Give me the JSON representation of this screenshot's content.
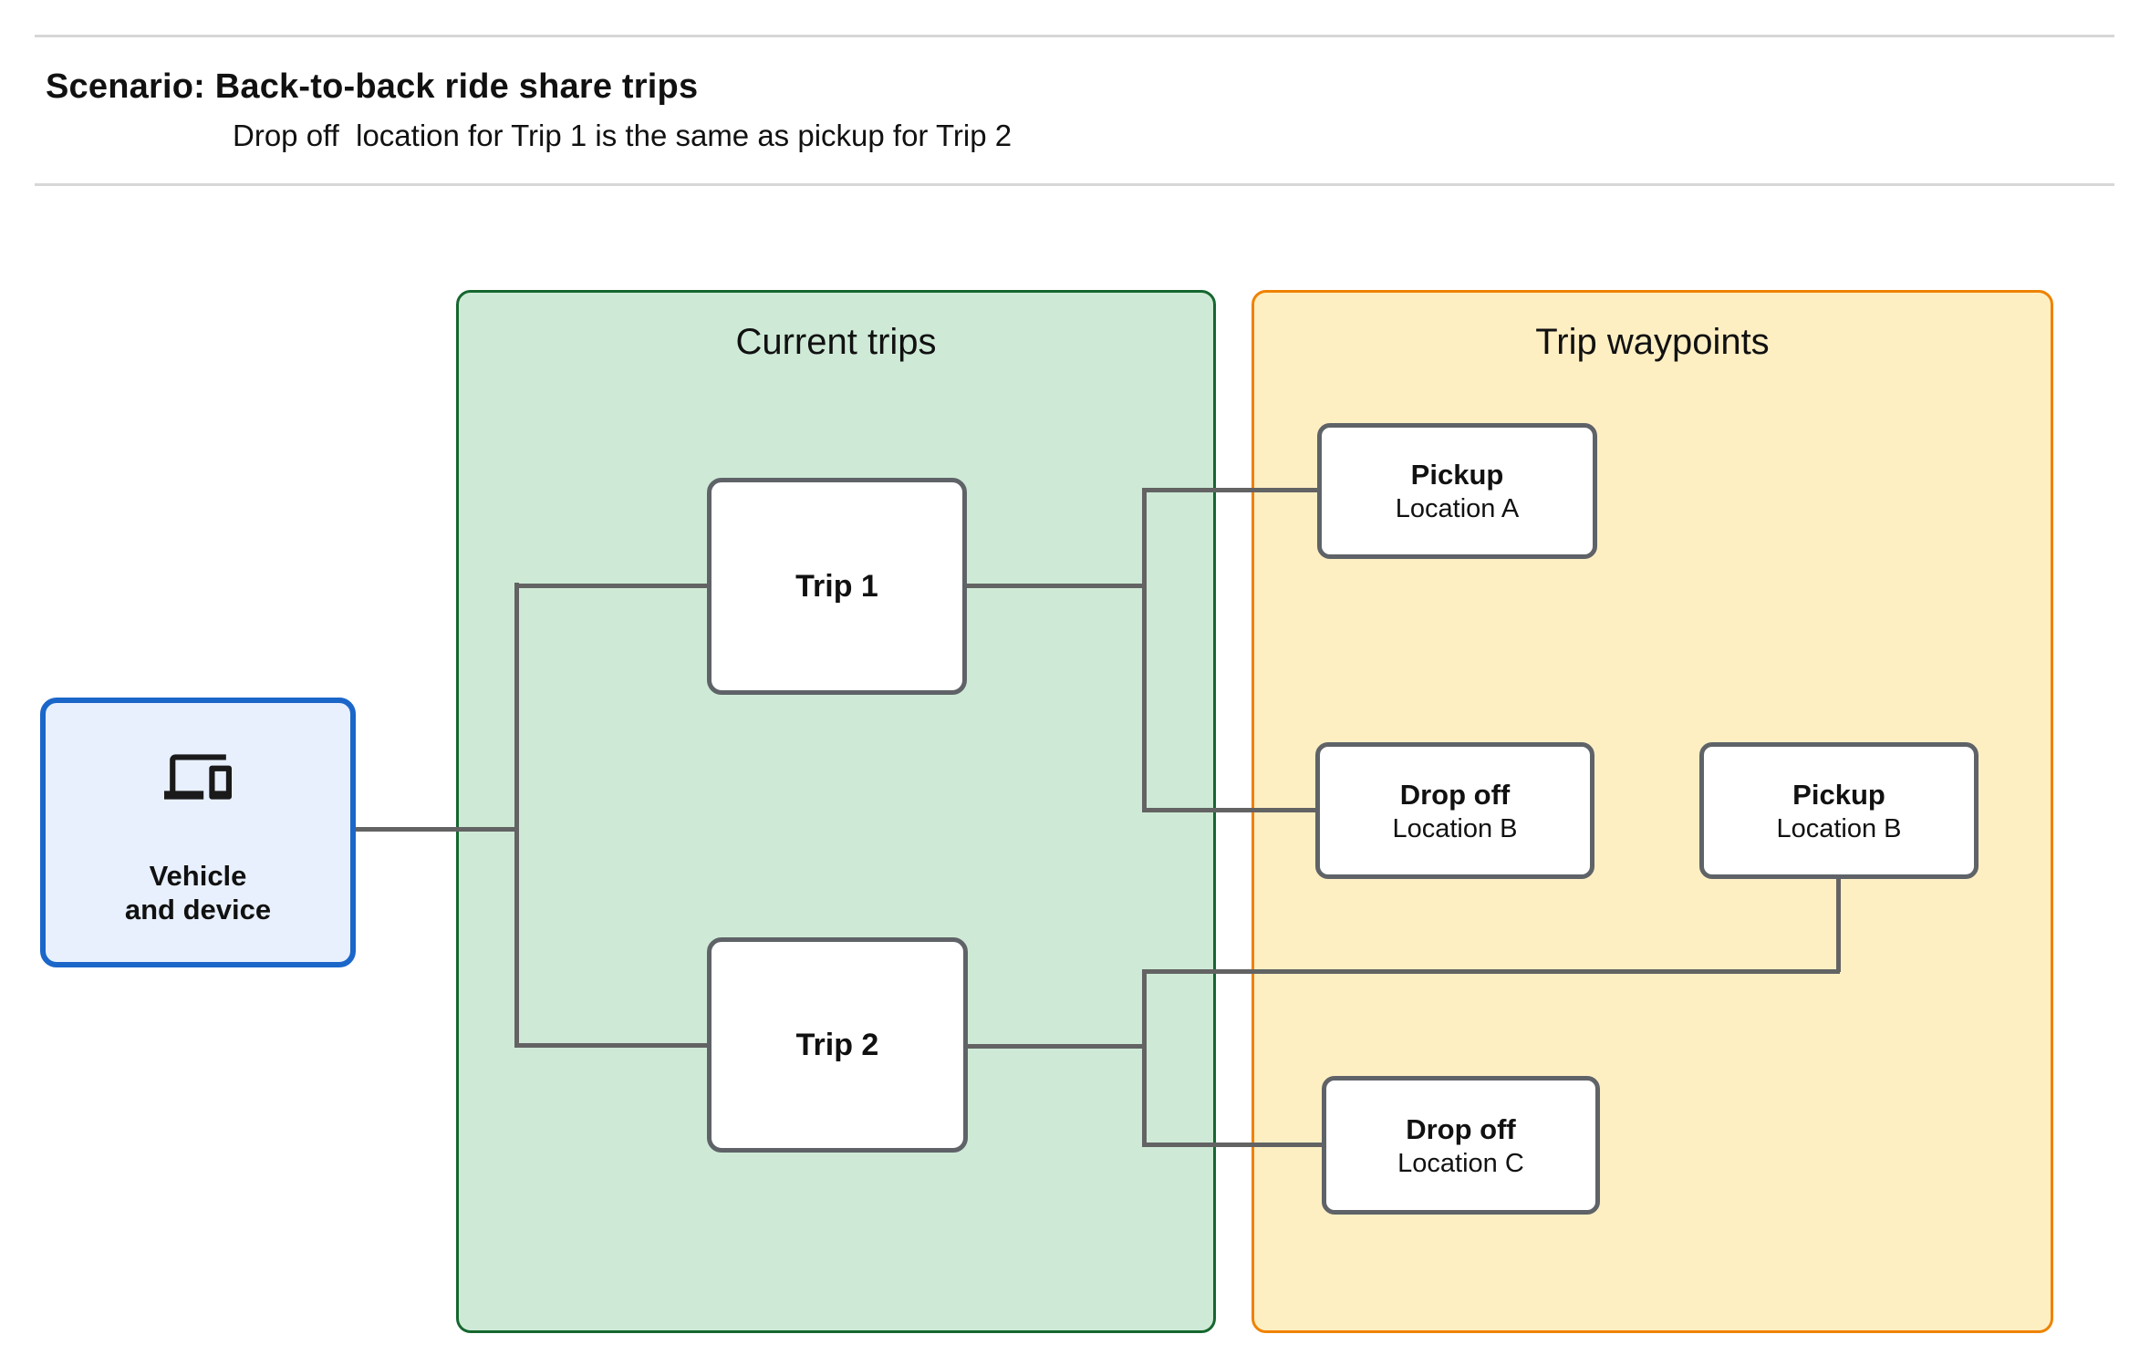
{
  "header": {
    "title": "Scenario: Back-to-back ride share trips",
    "subtitle": "Drop off  location for Trip 1 is the same as pickup for Trip 2"
  },
  "vehicle": {
    "line1": "Vehicle",
    "line2": "and device",
    "icon": "devices"
  },
  "current_trips": {
    "title": "Current trips",
    "trips": [
      {
        "label": "Trip 1"
      },
      {
        "label": "Trip 2"
      }
    ]
  },
  "trip_waypoints": {
    "title": "Trip waypoints",
    "waypoints": [
      {
        "type": "Pickup",
        "location": "Location A"
      },
      {
        "type": "Drop off",
        "location": "Location B"
      },
      {
        "type": "Pickup",
        "location": "Location B"
      },
      {
        "type": "Drop off",
        "location": "Location C"
      }
    ]
  },
  "colors": {
    "current_trips_fill": "#ceead6",
    "current_trips_border": "#15672f",
    "trip_waypoints_fill": "#feefc3",
    "trip_waypoints_border": "#ef8200",
    "vehicle_fill": "#e8f0fe",
    "vehicle_border": "#1b66c9",
    "node_border": "#5f6368",
    "connector": "#636363",
    "divider": "#d7d7d7",
    "text": "#111111"
  }
}
